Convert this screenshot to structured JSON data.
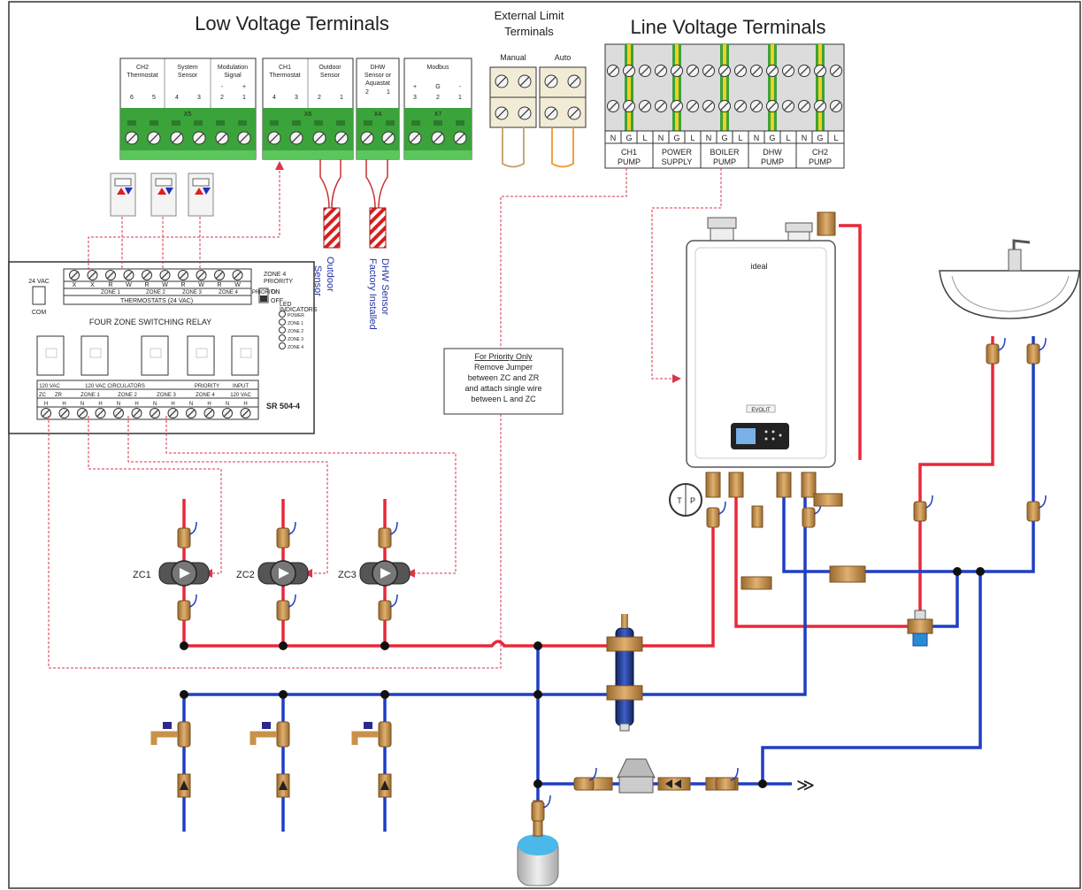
{
  "titles": {
    "low_voltage": "Low Voltage Terminals",
    "external_limit": "External Limit",
    "external_limit_2": "Terminals",
    "line_voltage": "Line Voltage Terminals"
  },
  "low_voltage_blocks": [
    {
      "id": "X5",
      "groups": [
        {
          "l1": "CH2",
          "l2": "Thermostat",
          "pins": [
            "6",
            "5"
          ]
        },
        {
          "l1": "System",
          "l2": "Sensor",
          "pins": [
            "4",
            "3"
          ]
        },
        {
          "l1": "Modulation",
          "l2": "Signal",
          "pins": [
            "2",
            "1"
          ],
          "pol": [
            "-",
            "+"
          ]
        }
      ]
    },
    {
      "id": "X6",
      "groups": [
        {
          "l1": "CH1",
          "l2": "Thermostat",
          "pins": [
            "4",
            "3"
          ]
        },
        {
          "l1": "Outdoor",
          "l2": "Sensor",
          "pins": [
            "2",
            "1"
          ]
        }
      ]
    },
    {
      "id": "X4",
      "groups": [
        {
          "l1": "DHW",
          "l2": "Sensor or",
          "l3": "Aquastat",
          "pins": [
            "2",
            "1"
          ]
        }
      ]
    },
    {
      "id": "X7",
      "groups": [
        {
          "l1": "Modbus",
          "l2": "",
          "pins": [
            "3",
            "2",
            "1"
          ],
          "pol": [
            "+",
            "G",
            "-"
          ]
        }
      ]
    }
  ],
  "external_limit": {
    "manual": "Manual",
    "auto": "Auto"
  },
  "line_voltage_terms": [
    "N",
    "G",
    "L",
    "N",
    "G",
    "L",
    "N",
    "G",
    "L",
    "N",
    "G",
    "L",
    "N",
    "G",
    "L"
  ],
  "line_voltage_labels": [
    {
      "l1": "CH1",
      "l2": "PUMP"
    },
    {
      "l1": "POWER",
      "l2": "SUPPLY"
    },
    {
      "l1": "BOILER",
      "l2": "PUMP"
    },
    {
      "l1": "DHW",
      "l2": "PUMP"
    },
    {
      "l1": "CH2",
      "l2": "PUMP"
    }
  ],
  "sensors": {
    "outdoor": [
      "Outdoor",
      "Sensor"
    ],
    "dhw": [
      "DHW Sensor",
      "Factory Installed"
    ]
  },
  "relay": {
    "title": "FOUR ZONE SWITCHING RELAY",
    "model": "SR 504-4",
    "vac_label": "24 VAC",
    "vac_sub": "COM",
    "thermostat_terms": [
      "X",
      "X",
      "R",
      "W",
      "R",
      "W",
      "R",
      "W",
      "R",
      "W"
    ],
    "thermostat_sections": [
      "ZONE 1",
      "ZONE 2",
      "ZONE 3",
      "ZONE 4",
      "PRIORITY"
    ],
    "thermostat_caption": "THERMOSTATS (24 VAC)",
    "zone4_priority": [
      "ZONE 4",
      "PRIORITY",
      "ON",
      "OFF"
    ],
    "led_label": [
      "LED",
      "INDICATORS"
    ],
    "leds": [
      "POWER",
      "ZONE 1",
      "ZONE 2",
      "ZONE 3",
      "ZONE 4"
    ],
    "bottom_sections": [
      "120 VAC",
      "120 VAC CIRCULATORS",
      "PRIORITY",
      "INPUT"
    ],
    "bottom_sub": [
      "ZC",
      "ZR",
      "ZONE 1",
      "ZONE 2",
      "ZONE 3",
      "ZONE 4",
      "120 VAC"
    ],
    "bottom_terms": [
      "H",
      "H",
      "N",
      "H",
      "N",
      "H",
      "N",
      "H",
      "N",
      "H",
      "N",
      "H"
    ]
  },
  "note": {
    "title": "For Priority Only",
    "lines": [
      "Remove Jumper",
      "between ZC and ZR",
      "and attach single wire",
      "between L and ZC"
    ]
  },
  "boiler": {
    "brand": "ideal",
    "display": "EVOLIT"
  },
  "gauge": {
    "t": "T",
    "p": "P"
  },
  "zones": [
    "ZC1",
    "ZC2",
    "ZC3"
  ],
  "colors": {
    "supply": "#e8283a",
    "return": "#1f3fc4",
    "signal": "#d9364a",
    "terminal_green": "#3aa33a",
    "brass": "#c8924a"
  }
}
